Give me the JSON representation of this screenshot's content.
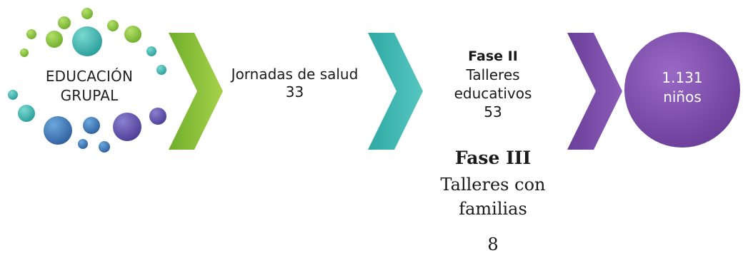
{
  "hub": {
    "line1": "EDUCACIÓN",
    "line2": "GRUPAL"
  },
  "step1": {
    "label": "Jornadas de salud",
    "count": "33"
  },
  "step2": {
    "phase": "Fase II",
    "label_line1": "Talleres",
    "label_line2": "educativos",
    "count": "53"
  },
  "step3": {
    "phase": "Fase III",
    "label_line1": "Talleres con",
    "label_line2": "familias",
    "count": "8"
  },
  "result": {
    "count": "1.131",
    "label": "niños"
  },
  "colors": {
    "green": "#8dc63f",
    "teal": "#3fb8b0",
    "purple": "#7b4fa6",
    "blue": "#3a6fb0"
  }
}
